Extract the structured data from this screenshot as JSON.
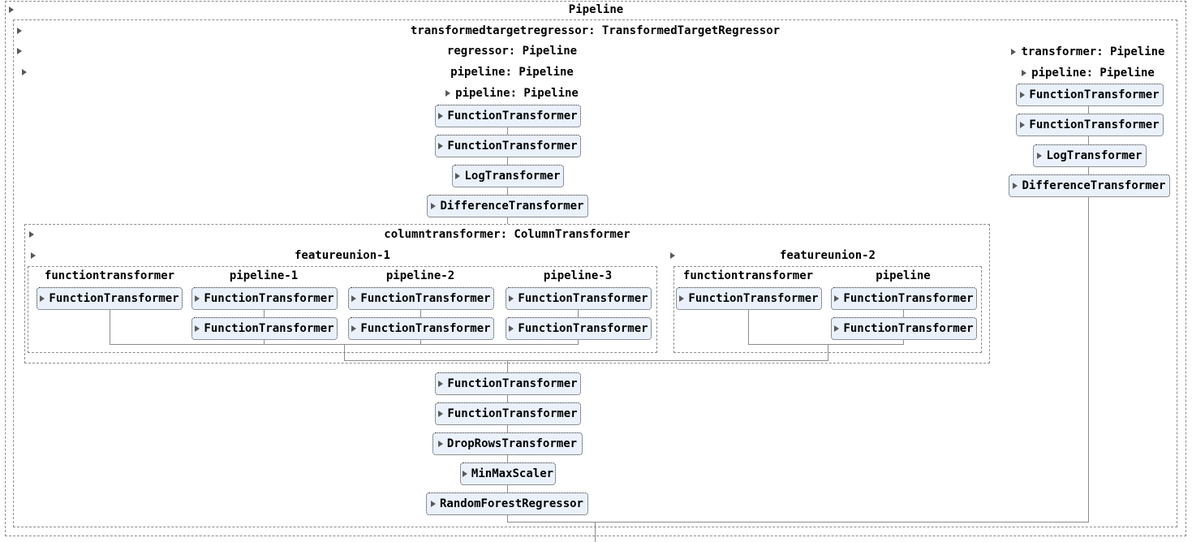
{
  "colors": {
    "box_bg": "#eaf1fb",
    "box_border": "#2f2f2f",
    "container_border": "#8c8c8c",
    "line": "#8c8c8c",
    "arrow": "#595959",
    "text": "#000000"
  },
  "icons": {
    "caret": "triangle-right-expand"
  },
  "pipeline": {
    "label": "Pipeline",
    "ttr": {
      "label": "transformedtargetregressor: TransformedTargetRegressor",
      "regressor": {
        "label": "regressor: Pipeline",
        "outer_pipeline": {
          "label": "pipeline: Pipeline",
          "inner_pipeline": {
            "label": "pipeline: Pipeline",
            "steps": [
              "FunctionTransformer",
              "FunctionTransformer",
              "LogTransformer",
              "DifferenceTransformer"
            ]
          },
          "columntransformer": {
            "label": "columntransformer: ColumnTransformer",
            "featureunion_1": {
              "label": "featureunion-1",
              "columns": [
                {
                  "header": "functiontransformer",
                  "steps": [
                    "FunctionTransformer"
                  ]
                },
                {
                  "header": "pipeline-1",
                  "steps": [
                    "FunctionTransformer",
                    "FunctionTransformer"
                  ]
                },
                {
                  "header": "pipeline-2",
                  "steps": [
                    "FunctionTransformer",
                    "FunctionTransformer"
                  ]
                },
                {
                  "header": "pipeline-3",
                  "steps": [
                    "FunctionTransformer",
                    "FunctionTransformer"
                  ]
                }
              ]
            },
            "featureunion_2": {
              "label": "featureunion-2",
              "columns": [
                {
                  "header": "functiontransformer",
                  "steps": [
                    "FunctionTransformer"
                  ]
                },
                {
                  "header": "pipeline",
                  "steps": [
                    "FunctionTransformer",
                    "FunctionTransformer"
                  ]
                }
              ]
            }
          },
          "tail_steps": [
            "FunctionTransformer",
            "FunctionTransformer",
            "DropRowsTransformer",
            "MinMaxScaler",
            "RandomForestRegressor"
          ]
        }
      },
      "transformer": {
        "label": "transformer: Pipeline",
        "pipeline": {
          "label": "pipeline: Pipeline",
          "steps": [
            "FunctionTransformer",
            "FunctionTransformer",
            "LogTransformer",
            "DifferenceTransformer"
          ]
        }
      }
    }
  }
}
